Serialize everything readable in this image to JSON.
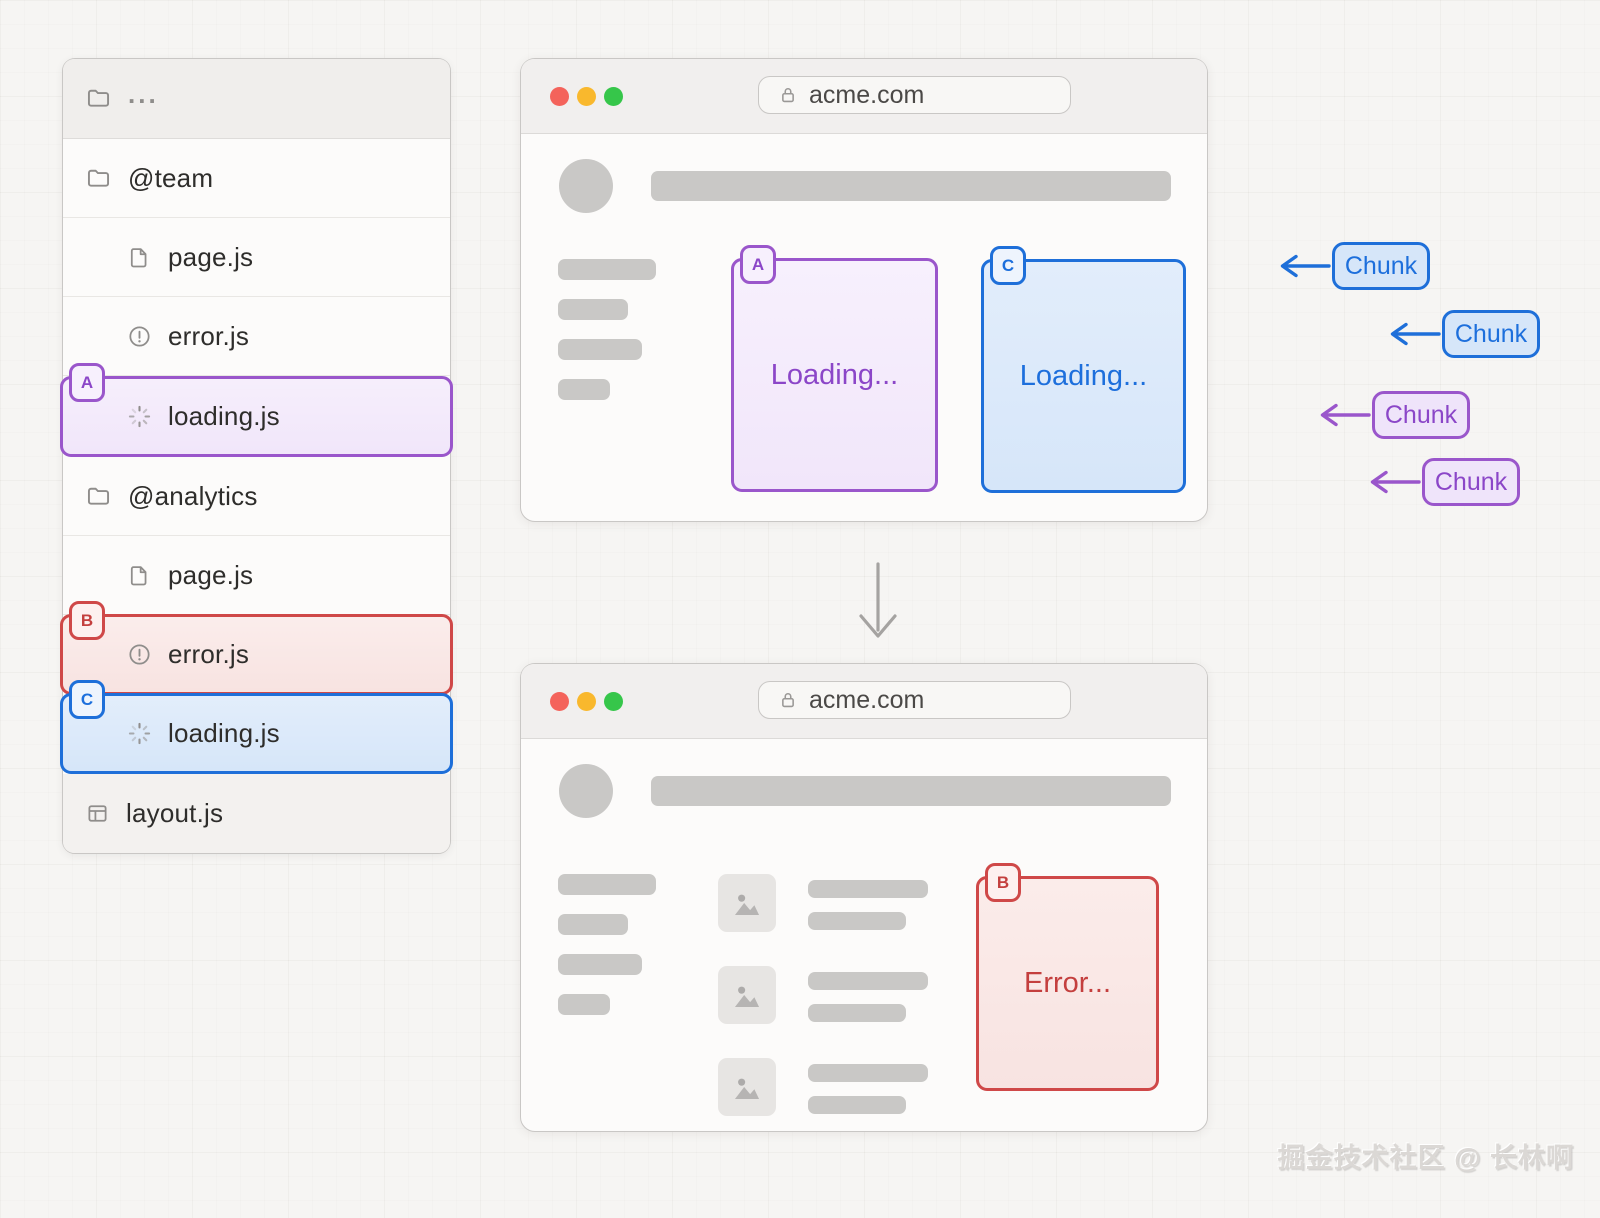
{
  "file_tree": {
    "root": {
      "label": "...",
      "icon": "folder-icon"
    },
    "items": [
      {
        "label": "@team",
        "icon": "folder-icon",
        "indent": 0
      },
      {
        "label": "page.js",
        "icon": "file-icon",
        "indent": 1
      },
      {
        "label": "error.js",
        "icon": "alert-icon",
        "indent": 1
      },
      {
        "label": "loading.js",
        "icon": "spinner-icon",
        "indent": 1,
        "badge": "A",
        "highlight": "purple"
      },
      {
        "label": "@analytics",
        "icon": "folder-icon",
        "indent": 0
      },
      {
        "label": "page.js",
        "icon": "file-icon",
        "indent": 1
      },
      {
        "label": "error.js",
        "icon": "alert-icon",
        "indent": 1,
        "badge": "B",
        "highlight": "red"
      },
      {
        "label": "loading.js",
        "icon": "spinner-icon",
        "indent": 1,
        "badge": "C",
        "highlight": "blue"
      },
      {
        "label": "layout.js",
        "icon": "layout-icon",
        "indent": 0
      }
    ]
  },
  "browser_top": {
    "url": "acme.com",
    "slot_a": {
      "badge": "A",
      "text": "Loading..."
    },
    "slot_c": {
      "badge": "C",
      "text": "Loading..."
    }
  },
  "browser_bottom": {
    "url": "acme.com",
    "slot_b": {
      "badge": "B",
      "text": "Error..."
    }
  },
  "chunk_labels": [
    {
      "label": "Chunk",
      "color": "blue"
    },
    {
      "label": "Chunk",
      "color": "blue"
    },
    {
      "label": "Chunk",
      "color": "purple"
    },
    {
      "label": "Chunk",
      "color": "purple"
    }
  ],
  "watermark": "掘金技术社区 @ 长林啊",
  "colors": {
    "purple_border": "#9a56cb",
    "purple_fill": "#f1e6fa",
    "purple_badge": "#f7f0fd",
    "purple_chunk": "#efe4fa",
    "purple_text": "#8b46c8",
    "blue_border": "#1e6fd9",
    "blue_fill": "#d6e6f9",
    "blue_badge": "#eef4fd",
    "blue_chunk": "#d6e6f9",
    "blue_text": "#1d6fdc",
    "red_border": "#cf4848",
    "red_fill": "#f8e3e1",
    "red_badge": "#fdf0ef",
    "red_text": "#c43f3e",
    "dot_red": "#f4635b",
    "dot_yellow": "#f9b82d",
    "dot_green": "#36c64a"
  }
}
